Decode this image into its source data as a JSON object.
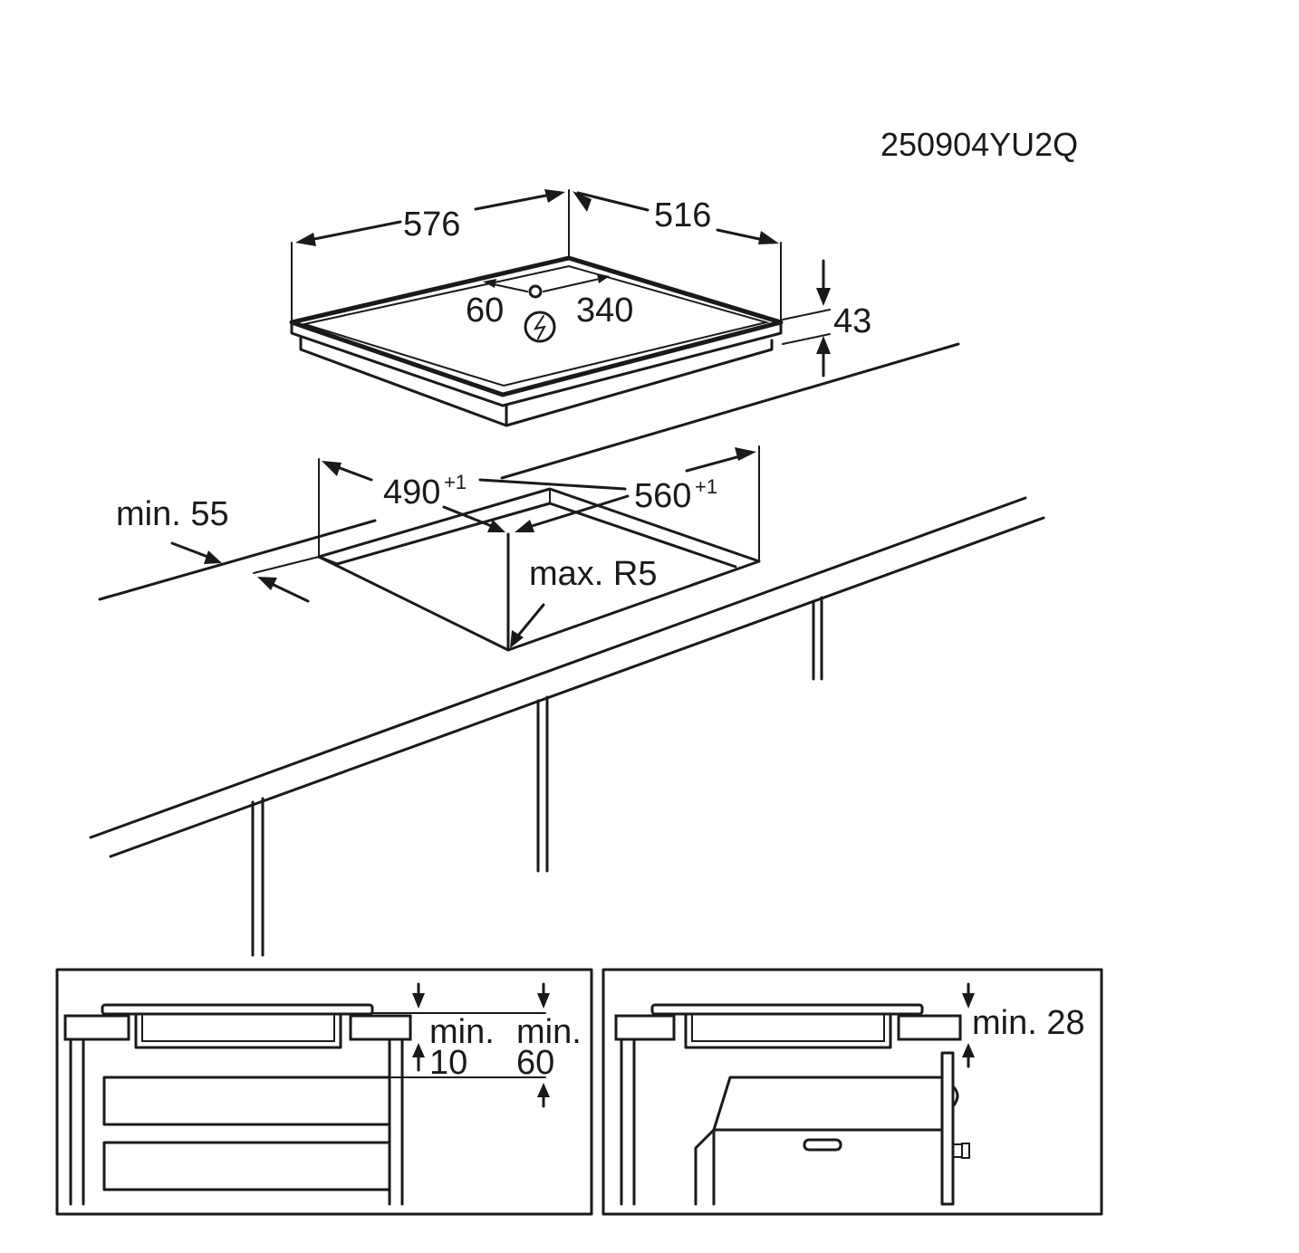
{
  "drawing_code": "250904YU2Q",
  "hob": {
    "width": "576",
    "depth": "516",
    "height": "43",
    "cable_offset_left": "60",
    "cable_offset_right": "340",
    "power_symbol": "lightning-bolt-icon"
  },
  "cutout": {
    "width": "490",
    "width_tolerance": "+1",
    "depth": "560",
    "depth_tolerance": "+1",
    "corner_radius": "max. R5",
    "edge_distance": "min. 55"
  },
  "section_drawer": {
    "clearance_top_label": "min.",
    "clearance_top_value": "10",
    "clearance_cabinet_label": "min.",
    "clearance_cabinet_value": "60"
  },
  "section_oven": {
    "clearance_label": "min. 28"
  }
}
